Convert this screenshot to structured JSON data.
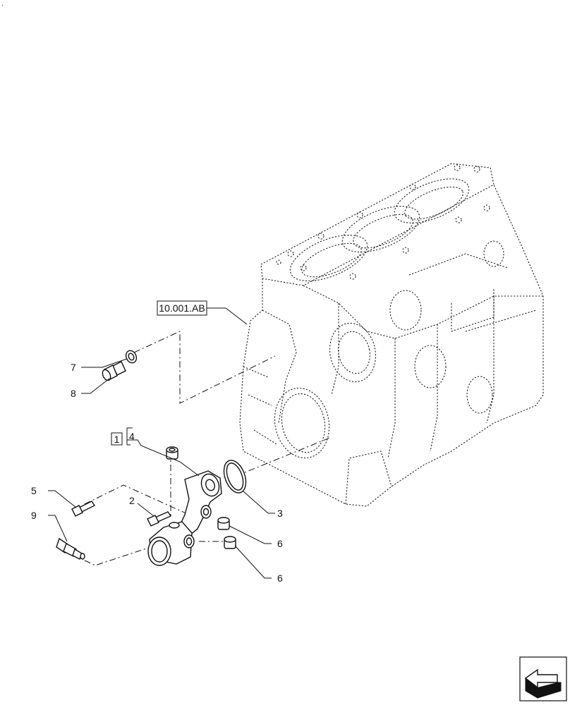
{
  "corner_mark": ".",
  "reference": {
    "text": "10.001.AB"
  },
  "box_label": "1",
  "callouts": [
    {
      "id": "c7",
      "text": "7"
    },
    {
      "id": "c8",
      "text": "8"
    },
    {
      "id": "c4",
      "text": "4"
    },
    {
      "id": "c5",
      "text": "5"
    },
    {
      "id": "c2",
      "text": "2"
    },
    {
      "id": "c9",
      "text": "9"
    },
    {
      "id": "c3",
      "text": "3"
    },
    {
      "id": "c6a",
      "text": "6"
    },
    {
      "id": "c6b",
      "text": "6"
    }
  ],
  "nav_icon": "arrow-left-icon"
}
